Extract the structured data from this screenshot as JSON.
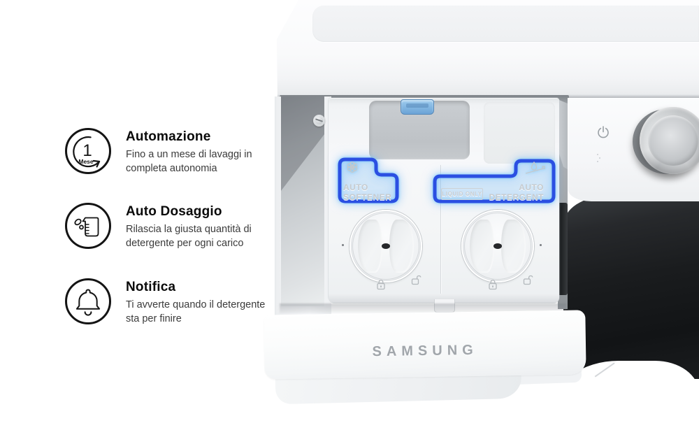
{
  "features": {
    "items": [
      {
        "icon": "one-month-cycle-icon",
        "badge_number": "1",
        "badge_unit": "Mese",
        "title": "Automazione",
        "description": "Fino a un mese di lavaggi in completa autonomia"
      },
      {
        "icon": "detergent-cup-icon",
        "title": "Auto Dosaggio",
        "description": "Rilascia la giusta quantità di detergente per ogni carico"
      },
      {
        "icon": "bell-icon",
        "title": "Notifica",
        "description": "Ti avverte quando il detergente sta per finire"
      }
    ]
  },
  "machine": {
    "brand_logo": "SAMSUNG",
    "drawer": {
      "softener_label": {
        "line1": "AUTO",
        "line2": "SOFTENER"
      },
      "detergent_label": {
        "line1": "AUTO",
        "line2": "DETERGENT"
      },
      "liquid_only_label": "LIQUID ONLY"
    },
    "colors": {
      "highlight_blue": "#2b4fe2",
      "glow_blue": "#5fc0f2",
      "drum_dark": "#1b1d1f",
      "logo_gray": "#a1a6ab"
    }
  }
}
